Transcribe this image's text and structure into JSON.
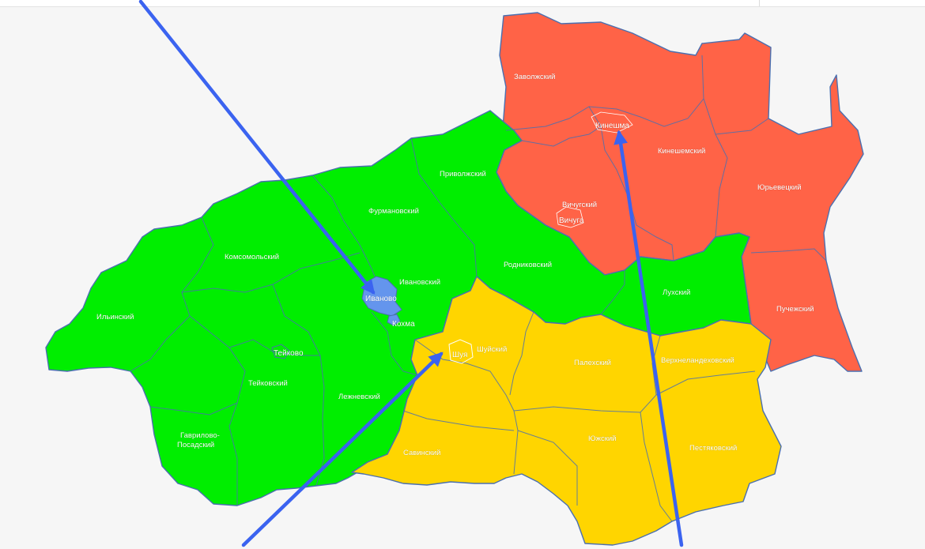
{
  "map": {
    "colors": {
      "green": "#00ee00",
      "yellow": "#ffd500",
      "red": "#ff6347",
      "city_blue": "#6495ed",
      "arrow": "#3b63f0",
      "border": "#4a6fb0"
    },
    "zones": [
      {
        "name": "green",
        "color": "green"
      },
      {
        "name": "yellow",
        "color": "yellow"
      },
      {
        "name": "red",
        "color": "red"
      }
    ],
    "labels": {
      "zavolzhsky": "Заволжский",
      "kineshma": "Кинешма",
      "kineshemsky": "Кинешемский",
      "yuryevetsky": "Юрьевецкий",
      "vichugsky": "Вичугский",
      "vichuga": "Вичуга",
      "privolzhsky": "Приволжский",
      "furmanovsky": "Фурмановский",
      "komsomolsky": "Комсомольский",
      "ivanovsky": "Ивановский",
      "ivanovo": "Иваново",
      "kokhma": "Кохма",
      "rodnikovsky": "Родниковский",
      "lukhsky": "Лухский",
      "puchezhsky": "Пучежский",
      "ilyinsky": "Ильинский",
      "teykovo": "Тейково",
      "teykovsky": "Тейковский",
      "lezhnevsky": "Лежневский",
      "shuysky": "Шуйский",
      "shuya": "Шуя",
      "palekhsky": "Палехский",
      "verkhnelandekhovsky": "Верхнеландеховский",
      "gavrilovo_1": "Гаврилово-",
      "gavrilovo_2": "Посадский",
      "savinsky": "Савинский",
      "yuzhsky": "Южский",
      "pestyakovsky": "Пестяковский"
    },
    "arrows": [
      {
        "name": "arrow-to-ivanovo",
        "target": "ivanovo"
      },
      {
        "name": "arrow-to-shuya",
        "target": "shuya"
      },
      {
        "name": "arrow-to-kineshma",
        "target": "kineshma"
      }
    ]
  }
}
